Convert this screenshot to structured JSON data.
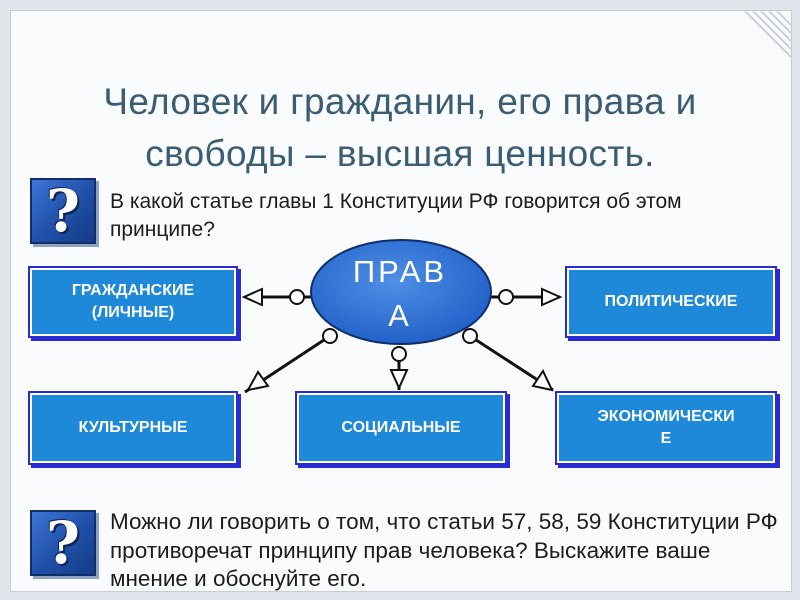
{
  "slide": {
    "title": "Человек и гражданин, его права и свободы – высшая ценность.",
    "question1": "В какой статье главы 1 Конституции РФ говорится об этом принципе?",
    "question2": "Можно ли говорить о том, что статьи 57, 58, 59 Конституции РФ противоречат принципу прав человека? Выскажите ваше мнение и обоснуйте его.",
    "question_mark": "?"
  },
  "diagram": {
    "hub_line1": "ПРАВ",
    "hub_line2": "А",
    "boxes": {
      "civil_line1": "ГРАЖДАНСКИЕ",
      "civil_line2": "(ЛИЧНЫЕ)",
      "political": "ПОЛИТИЧЕСКИЕ",
      "cultural": "КУЛЬТУРНЫЕ",
      "social": "СОЦИАЛЬНЫЕ",
      "economic_line1": "ЭКОНОМИЧЕСКИ",
      "economic_line2": "Е"
    }
  },
  "colors": {
    "title": "#3b5d73",
    "box_fill": "#1e88d9",
    "box_shadow": "#2b2bd6",
    "hub_fill": "#2a6fd6",
    "question_icon": "#1f4fa8"
  }
}
